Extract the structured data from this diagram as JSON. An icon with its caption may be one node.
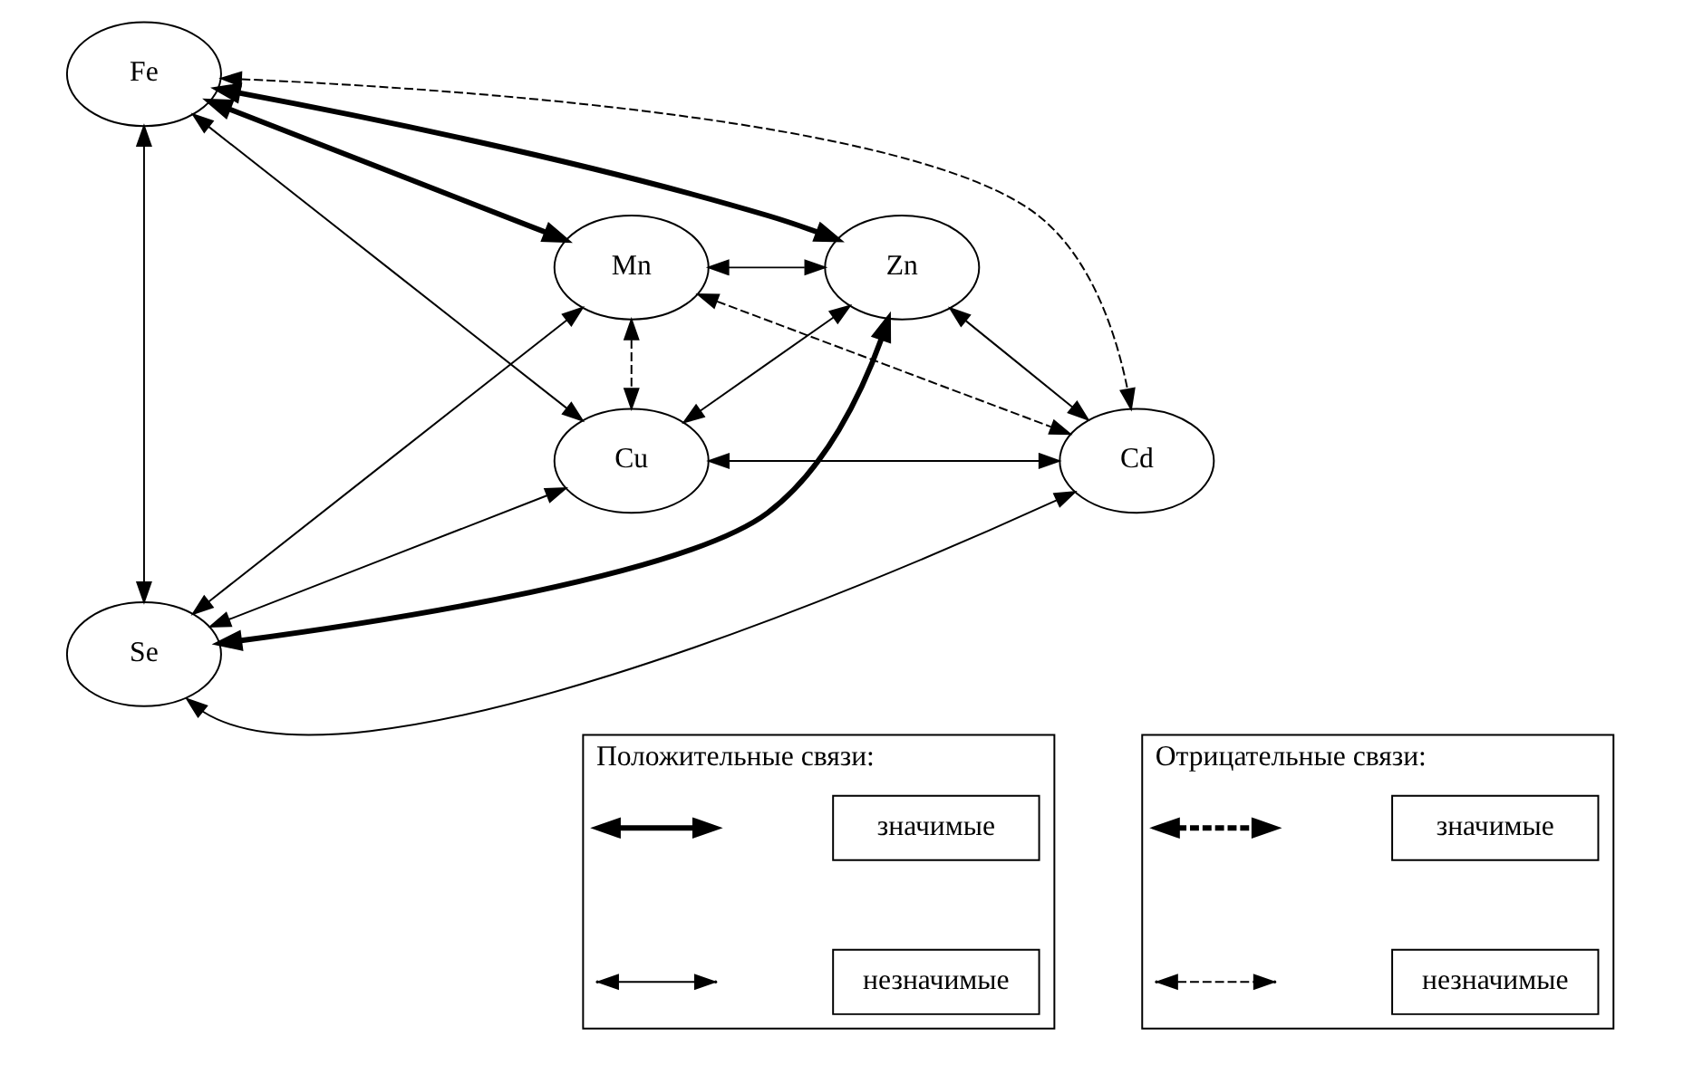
{
  "diagram": {
    "nodes": [
      {
        "text": [
          "Fe"
        ]
      },
      {
        "text": [
          "Mn"
        ]
      },
      {
        "text": [
          "Zn"
        ]
      },
      {
        "text": [
          "Cu"
        ]
      },
      {
        "text": [
          "Cd"
        ]
      },
      {
        "text": [
          "Se"
        ]
      },
      {
        "text": [
          "Положительные связи:"
        ]
      },
      {
        "text": [
          "Отрицательные связи:"
        ]
      }
    ],
    "edges": [
      {
        "from": 0,
        "to": 1,
        "arrow": "both",
        "style": "thick"
      },
      {
        "from": 0,
        "to": 2,
        "arrow": "both",
        "style": "thick"
      },
      {
        "from": 1,
        "to": 2,
        "arrow": "both"
      },
      {
        "from": 3,
        "to": 0,
        "arrow": "both"
      },
      {
        "from": 0,
        "to": 5,
        "arrow": "both"
      },
      {
        "from": 0,
        "to": 4,
        "arrow": "both",
        "style": "dashed"
      },
      {
        "from": 1,
        "to": 3,
        "arrow": "both",
        "style": "dashed"
      },
      {
        "from": 1,
        "to": 4,
        "arrow": "both",
        "style": "dashed"
      },
      {
        "from": 1,
        "to": 5,
        "arrow": "both"
      },
      {
        "from": 2,
        "to": 3,
        "arrow": "both"
      },
      {
        "from": 2,
        "to": 4,
        "arrow": "both"
      },
      {
        "from": 2,
        "to": 5,
        "arrow": "both",
        "style": "thick"
      },
      {
        "from": 3,
        "to": 4,
        "arrow": "both"
      },
      {
        "from": 3,
        "to": 5,
        "arrow": "both"
      },
      {
        "from": 4,
        "to": 5,
        "arrow": "both"
      }
    ],
    "legend": [
      {
        "text": "значимые"
      },
      {
        "text": "незначимые"
      },
      {
        "text": "значимые"
      },
      {
        "text": "незначимые"
      }
    ]
  }
}
